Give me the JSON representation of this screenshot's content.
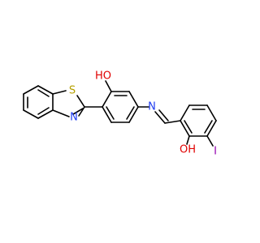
{
  "structure": {
    "atoms": {
      "sulfur": "S",
      "thiazole_nitrogen": "N",
      "imine_nitrogen": "N",
      "hydroxyl_top": "HO",
      "hydroxyl_bottom": "OH",
      "iodine": "I"
    },
    "colors": {
      "bond": "#000000",
      "sulfur": "#b5a000",
      "nitrogen": "#1f3cf0",
      "oxygen": "#e00000",
      "iodine": "#9400b0"
    }
  }
}
